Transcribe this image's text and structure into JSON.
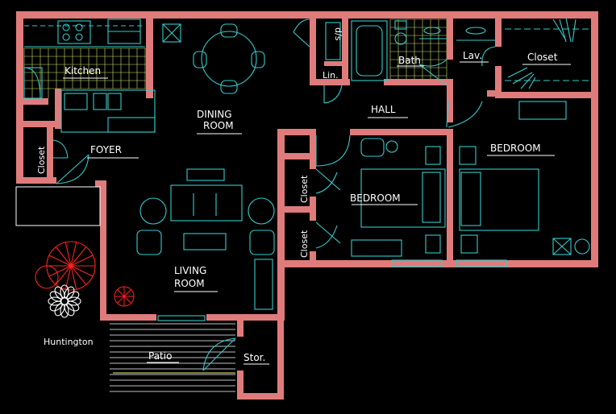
{
  "rooms": {
    "kitchen": "Kitchen",
    "dining_line1": "DINING",
    "dining_line2": "ROOM",
    "hall": "HALL",
    "foyer": "FOYER",
    "closet_foyer": "Closet",
    "closet_mid1": "Closet",
    "closet_mid2": "Closet",
    "closet_master": "Closet",
    "bedroom_middle": "BEDROOM",
    "bedroom_master": "BEDROOM",
    "living_line1": "LIVING",
    "living_line2": "ROOM",
    "patio": "Patio",
    "storage": "Stor.",
    "bath": "Bath",
    "lav": "Lav.",
    "linen": "Lin.",
    "dishwasher": "d/s"
  },
  "plan_name": "Huntington",
  "colors": {
    "wall": "#e07b7b",
    "furniture": "#33cccc",
    "label_line": "#ffffff",
    "tile": "#c8e36a",
    "tree": "#ff2222",
    "shrub": "#ffffff",
    "background": "#000000"
  }
}
